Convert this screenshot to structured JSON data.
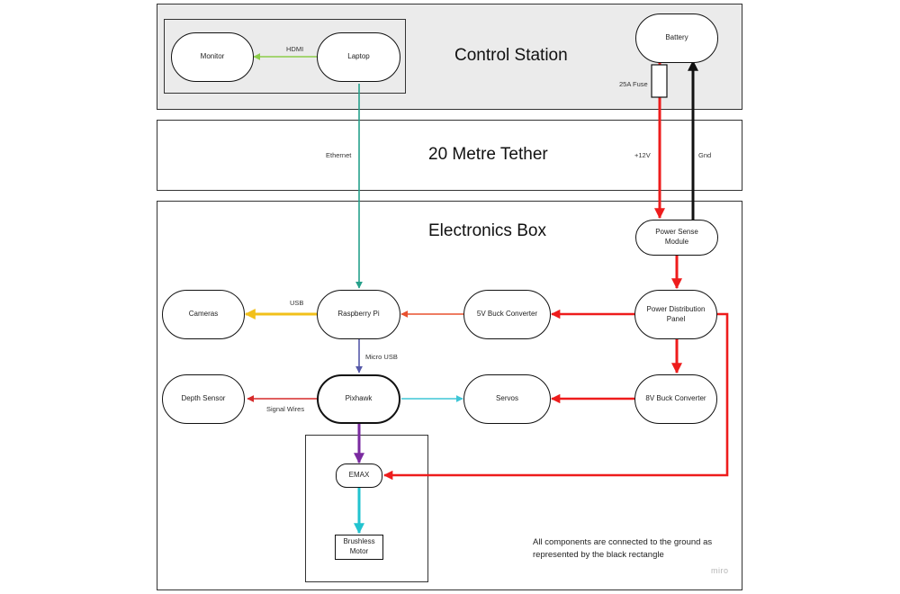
{
  "sections": {
    "control_station": "Control Station",
    "tether": "20 Metre Tether",
    "electronics_box": "Electronics Box"
  },
  "nodes": {
    "monitor": "Monitor",
    "laptop": "Laptop",
    "battery": "Battery",
    "power_sense_module": "Power Sense Module",
    "power_distribution_panel": "Power Distribution Panel",
    "cameras": "Cameras",
    "raspberry_pi": "Raspberry Pi",
    "buck_5v": "5V Buck Converter",
    "depth_sensor": "Depth Sensor",
    "pixhawk": "Pixhawk",
    "servos": "Servos",
    "buck_8v": "8V Buck Converter",
    "emax": "EMAX",
    "brushless_motor": "Brushless Motor"
  },
  "labels": {
    "hdmi": "HDMI",
    "fuse": "25A Fuse",
    "ethernet": "Ethernet",
    "plus12v": "+12V",
    "gnd": "Gnd",
    "usb": "USB",
    "micro_usb": "Micro USB",
    "signal_wires": "Signal Wires"
  },
  "note": "All components are connected to the ground as represented by the black rectangle",
  "watermark": "miro",
  "colors": {
    "control_bg": "#ebebeb",
    "power": "#ee1c1c",
    "power_light": "#e8502e",
    "ground": "#111111",
    "hdmi": "#8ccd4a",
    "ethernet": "#26a08a",
    "usb": "#f2c01a",
    "micro_usb": "#5558a8",
    "signal": "#d62a2a",
    "servo_signal": "#3ec5d6",
    "pixhawk_emax": "#7a2aa0",
    "motor": "#22c3cf"
  }
}
